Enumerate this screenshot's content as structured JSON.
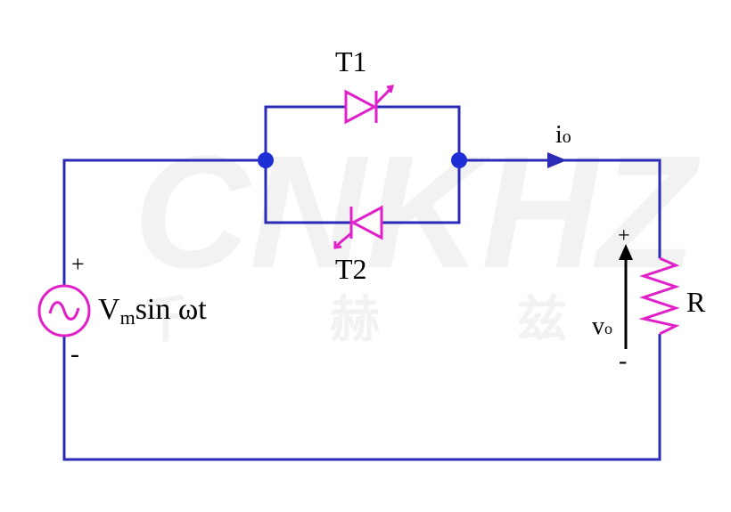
{
  "colors": {
    "wire": "#2b2bb8",
    "component": "#e020c8",
    "node": "#1f2fd6",
    "watermark": "#f2f2f2",
    "watermark_accent": "#fbe3e3",
    "text": "#000000"
  },
  "source": {
    "icon": "ac-source-icon",
    "label_v": "V",
    "label_sub": "m",
    "label_rest": "sin ωt",
    "plus": "+",
    "minus": "-"
  },
  "thyristors": {
    "t1_label": "T1",
    "t2_label": "T2",
    "icon": "thyristor-icon"
  },
  "load": {
    "label": "R",
    "icon": "resistor-icon",
    "plus": "+",
    "minus": "-",
    "voltage_v": "v",
    "voltage_sub": "o"
  },
  "current": {
    "label_i": "i",
    "label_sub": "o",
    "icon": "current-arrow-icon"
  },
  "watermark": {
    "brand": "CNKHZ",
    "chars": [
      "千",
      "赫",
      "兹"
    ]
  }
}
